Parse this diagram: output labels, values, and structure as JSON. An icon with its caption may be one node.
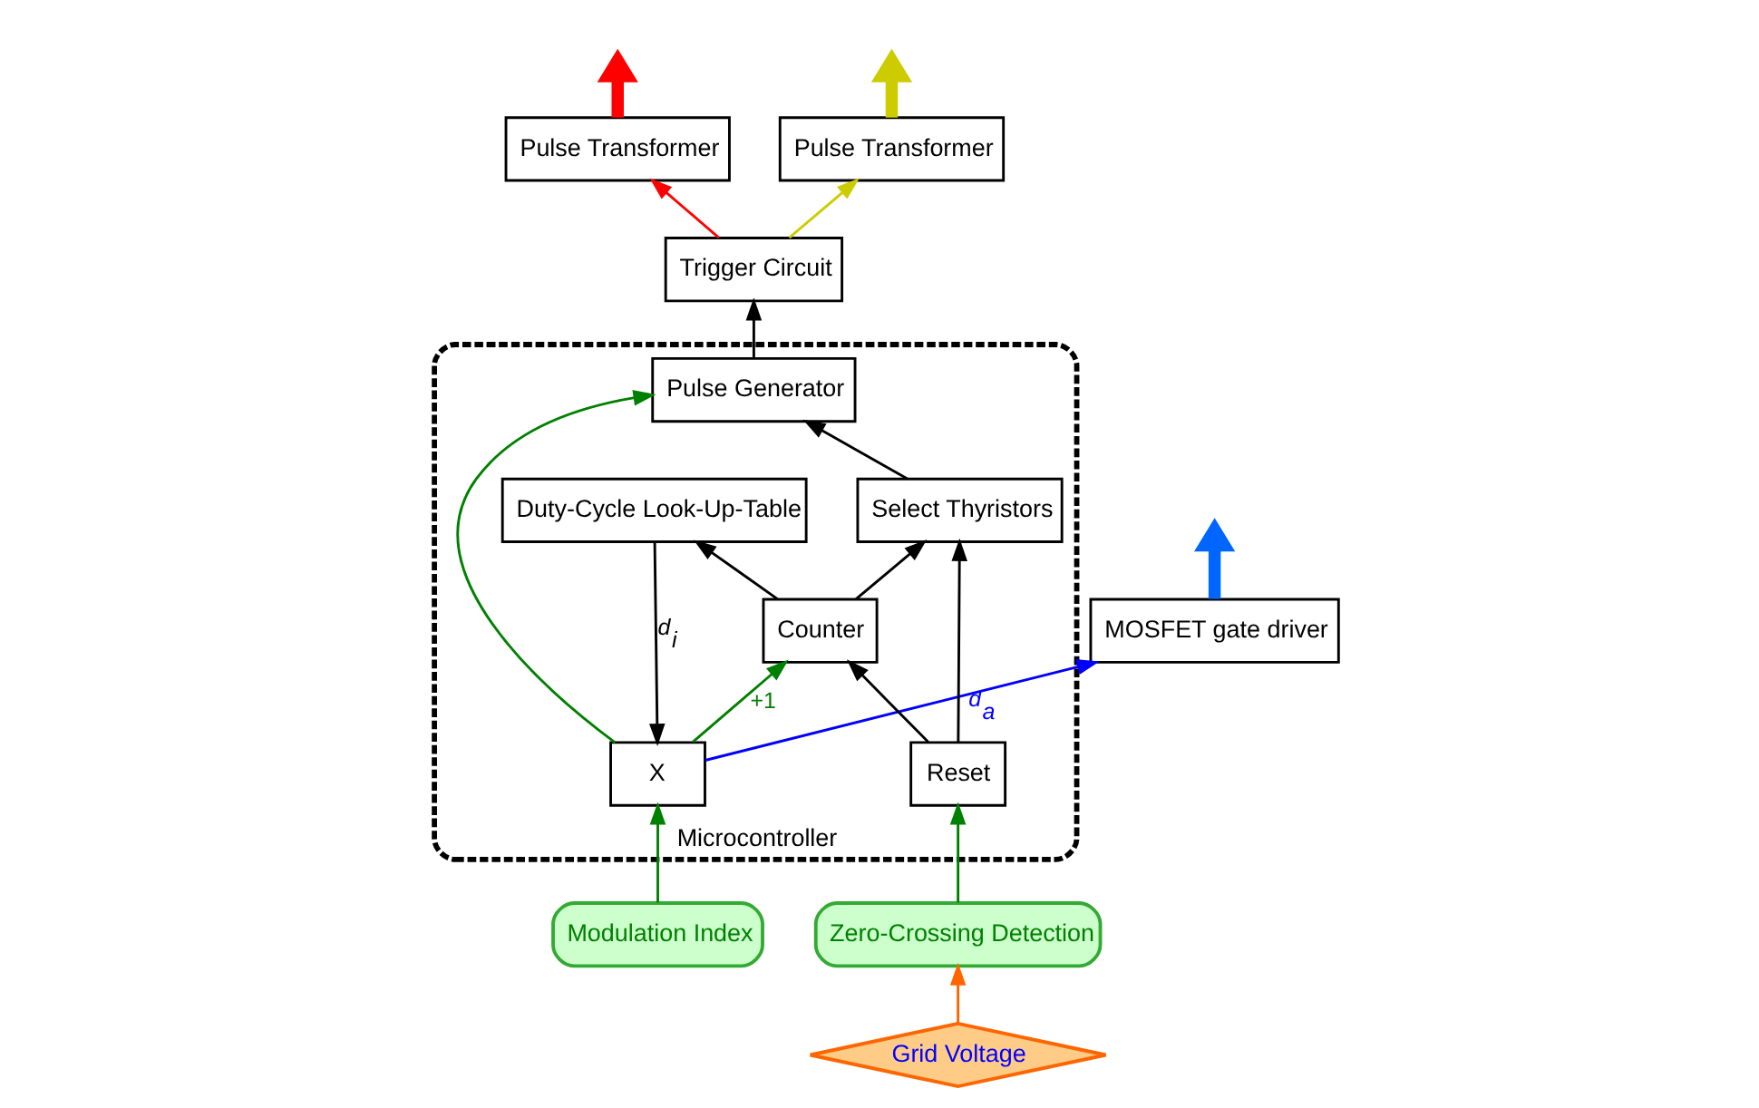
{
  "diagram": {
    "nodes": [
      {
        "text": [
          "Microcontroller"
        ]
      },
      {
        "text": [
          "Modulation Index"
        ]
      },
      {
        "text": [
          "X"
        ],
        "in": 0
      },
      {
        "text": [
          "MOSFET gate driver"
        ]
      },
      {
        "text": [
          "Counter"
        ],
        "in": 0
      },
      {
        "text": [
          "Pulse Generator"
        ],
        "in": 0
      },
      {
        "text": [
          "Select Thyristors"
        ],
        "in": 0
      },
      {
        "text": [
          "Duty-Cycle Look-Up-Table"
        ],
        "in": 0
      },
      {
        "text": [
          "Reset"
        ],
        "in": 0
      },
      {
        "text": [
          "Trigger Circuit"
        ]
      },
      {
        "text": [
          "Pulse Transformer"
        ]
      },
      {
        "text": [
          "Pulse Transformer"
        ]
      },
      {
        "text": [
          "Grid Voltage"
        ]
      },
      {
        "text": [
          "Zero-Crossing Detection"
        ]
      }
    ],
    "edges": [
      {
        "from": 1,
        "to": 2,
        "arrow": "to",
        "color": "#008000"
      },
      {
        "from": 7,
        "to": 2,
        "arrow": "to",
        "label": "d$_{i}$"
      },
      {
        "from": 2,
        "to": 3,
        "arrow": "to",
        "label": "d$_{a}$",
        "color": "#0000ff"
      },
      {
        "from": 2,
        "to": 4,
        "arrow": "to",
        "label": "+1",
        "color": "#008000"
      },
      {
        "from": 2,
        "to": 5,
        "arrow": "to",
        "color": "#008000"
      },
      {
        "from": 4,
        "to": 7,
        "arrow": "to"
      },
      {
        "from": 4,
        "to": 6,
        "arrow": "to"
      },
      {
        "from": 8,
        "to": 4,
        "arrow": "to"
      },
      {
        "from": 8,
        "to": 6,
        "arrow": "to"
      },
      {
        "from": 6,
        "to": 5,
        "arrow": "to"
      },
      {
        "from": 5,
        "to": 9,
        "arrow": "to"
      },
      {
        "from": 9,
        "to": 10,
        "arrow": "to",
        "color": "#ff0000"
      },
      {
        "from": 9,
        "to": 11,
        "arrow": "to",
        "color": "#cccc00"
      },
      {
        "from": 10,
        "to": null,
        "arrow": "to",
        "style": "thick",
        "color": "#ff0000"
      },
      {
        "from": 11,
        "to": null,
        "arrow": "to",
        "style": "thick",
        "color": "#cccc00"
      },
      {
        "from": 3,
        "to": null,
        "arrow": "to",
        "style": "thick",
        "color": "#0066ff"
      },
      {
        "from": 12,
        "to": 13,
        "arrow": "to",
        "color": "#ff6600"
      },
      {
        "from": 13,
        "to": 8,
        "arrow": "to",
        "color": "#008000"
      }
    ]
  }
}
